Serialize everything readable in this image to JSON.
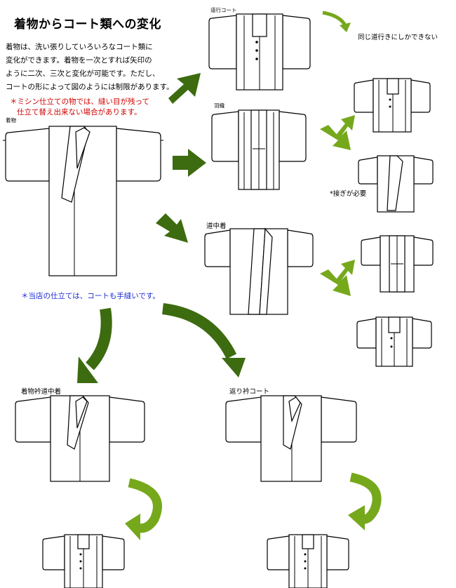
{
  "title": "着物からコート類への変化",
  "intro_lines": [
    "着物は、洗い張りしていろいろなコート類に",
    "変化ができます。着物を一次とすれば矢印の",
    "ように二次、三次と変化が可能です。ただし、",
    "コートの形によって図のようには制限があります。"
  ],
  "note_machine": [
    "＊ミシン仕立ての物では、縫い目が残って",
    "仕立て替え出来ない場合があります。"
  ],
  "note_handsewn": "＊当店の仕立ては、コートも手縫いです。",
  "labels": {
    "kimono": "着物",
    "michiyuki_coat": "道行コート",
    "same_michiyuki": "同じ道行きにしかできない",
    "hifu": "羽織",
    "tsugi_hitsuyou": "*接ぎが必要",
    "dochugi": "道中着",
    "kimono_eri_dochugi": "着物衿道中着",
    "kaeri_eri_coat": "返り衿コート"
  },
  "colors": {
    "dark_green": "#3d6b10",
    "light_green": "#76a81c",
    "note_red": "#d00000",
    "note_blue": "#1b2bd0"
  }
}
